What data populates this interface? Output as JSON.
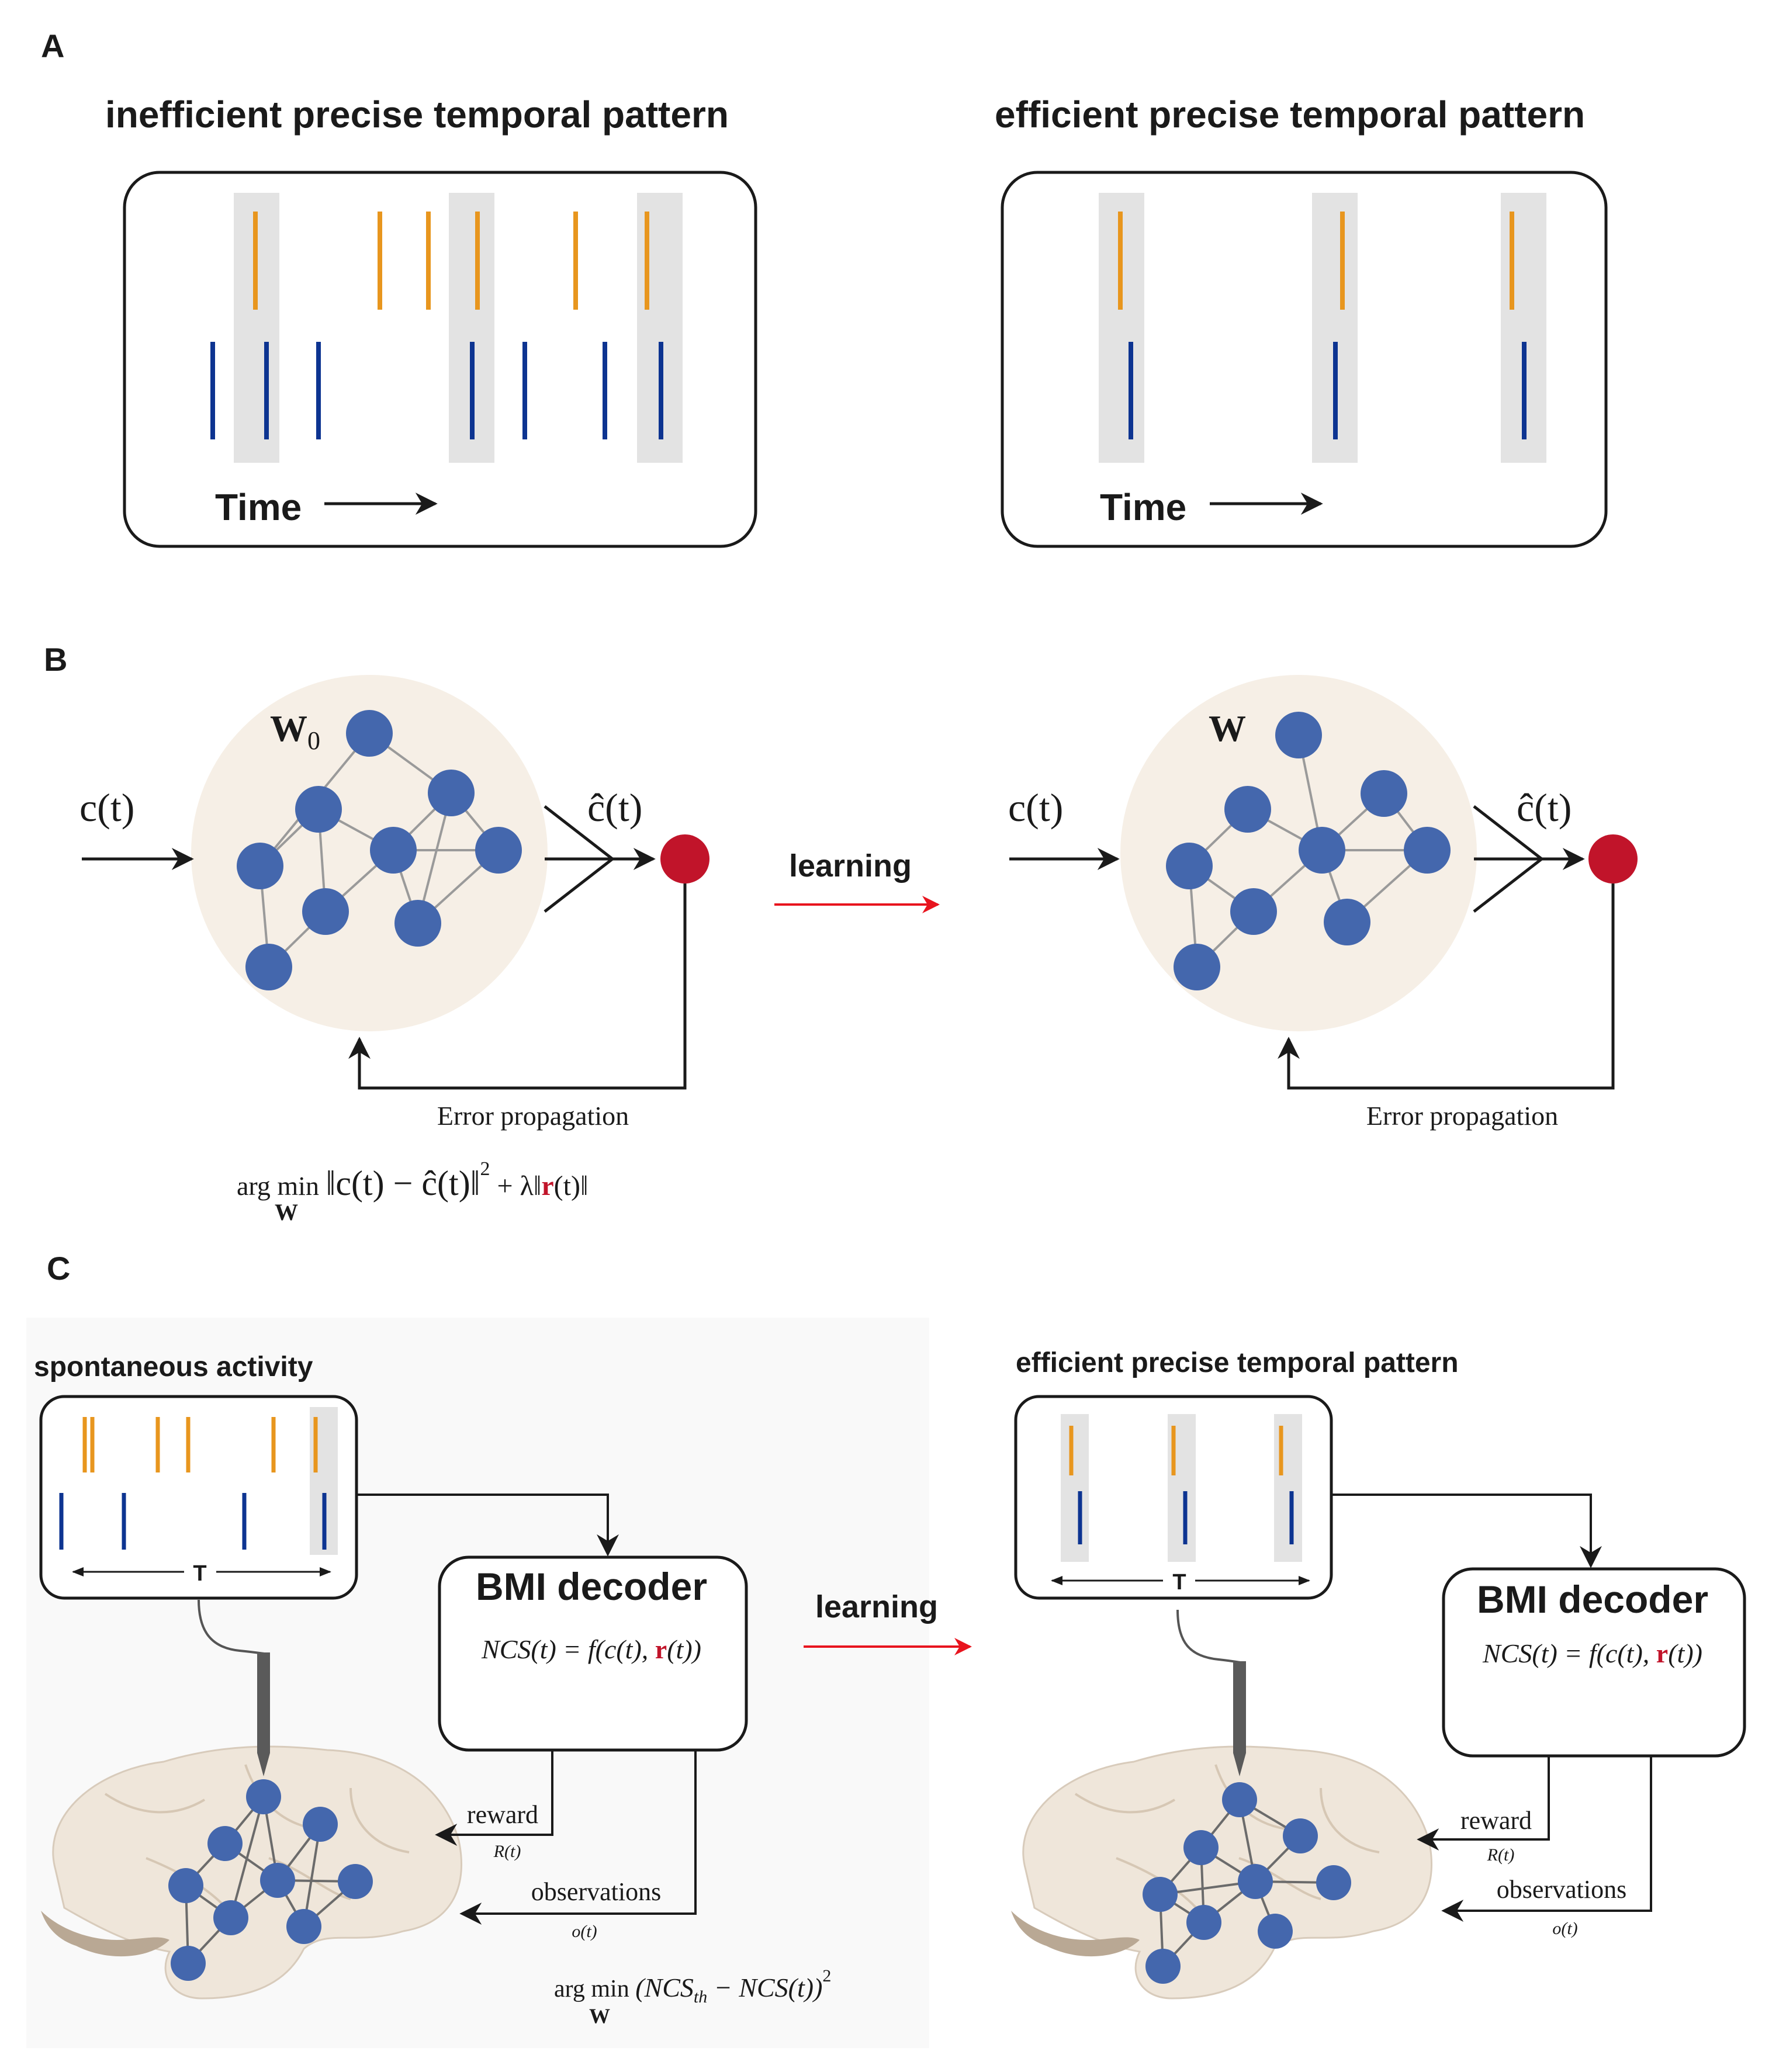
{
  "colors": {
    "orange_spike": "#e8961e",
    "blue_spike": "#0d3491",
    "node_blue": "#4467ad",
    "output_red": "#c1142a",
    "network_bg": "#f6efe6",
    "window_gray": "#e3e3e3",
    "panel_c_bg": "#f9f9f9",
    "learning_arrow": "#e8141e",
    "brain_fill": "#efe6da"
  },
  "panelA": {
    "label": "A",
    "left_title": "inefficient precise temporal pattern",
    "right_title": "efficient precise temporal pattern",
    "time_label_left": "Time",
    "time_label_right": "Time"
  },
  "panelB": {
    "label": "B",
    "w0_main": "W",
    "w0_sub": "0",
    "w_label": "W",
    "input_label": "c(t)",
    "output_label": "ĉ(t)",
    "input_label_right": "c(t)",
    "output_label_right": "ĉ(t)",
    "learning_label": "learning",
    "error_label_left": "Error propagation",
    "error_label_right": "Error propagation",
    "objective": {
      "arg": "arg min",
      "sub": "W",
      "body_pre": "‖c(t) − ĉ(t)‖",
      "sq": "2",
      "body_mid": " + λ‖",
      "r": "r",
      "body_post": "(t)‖"
    }
  },
  "panelC": {
    "label": "C",
    "left_title": "spontaneous activity",
    "right_title": "efficient precise temporal pattern",
    "t_label_left": "T",
    "t_label_right": "T",
    "decoder_title_left": "BMI decoder",
    "decoder_title_right": "BMI decoder",
    "ncs_pre": "NCS(t) = f(c(t), ",
    "ncs_r": "r",
    "ncs_post": "(t))",
    "learning_label": "learning",
    "reward_left": "reward",
    "reward_sub_left": "R(t)",
    "obs_left": "observations",
    "obs_sub_left": "o(t)",
    "reward_right": "reward",
    "reward_sub_right": "R(t)",
    "obs_right": "observations",
    "obs_sub_right": "o(t)",
    "objective": {
      "arg": "arg min",
      "sub": "W",
      "body": "(NCS",
      "th": "th",
      "body_post": " − NCS(t))",
      "sq": "2"
    }
  }
}
